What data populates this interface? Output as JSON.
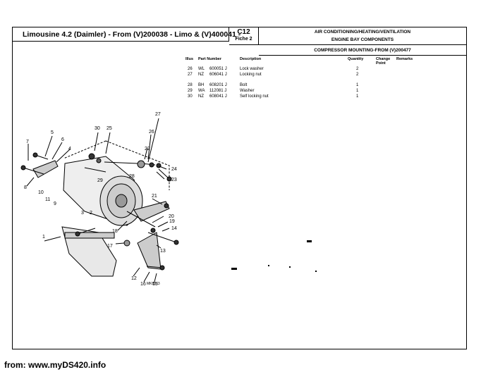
{
  "header": {
    "title": "Limousine 4.2 (Daimler) - From (V)200038 - Limo & (V)400041 -",
    "code": "C12",
    "fiche": "Fiche 2",
    "group": "AIR CONDITIONING/HEATING/VENTILATION",
    "section": "ENGINE BAY COMPONENTS",
    "subtitle": "COMPRESSOR MOUNTING-FROM (V)200477"
  },
  "columns": {
    "illus": "Illus",
    "part_number": "Part Number",
    "description": "Description",
    "quantity": "Quantity",
    "change_point": "Change Point",
    "remarks": "Remarks"
  },
  "parts": [
    {
      "illus": "26",
      "prefix": "WL",
      "number": "600051 J",
      "description": "Lock washer",
      "qty": "2"
    },
    {
      "illus": "27",
      "prefix": "NZ",
      "number": "606041 J",
      "description": "Locking nut",
      "qty": "2"
    },
    {
      "illus": "28",
      "prefix": "BH",
      "number": "608201 J",
      "description": "Bolt",
      "qty": "1"
    },
    {
      "illus": "29",
      "prefix": "WA",
      "number": "112081 J",
      "description": "Washer",
      "qty": "1"
    },
    {
      "illus": "30",
      "prefix": "NZ",
      "number": "608041 J",
      "description": "Self locking nut",
      "qty": "1"
    }
  ],
  "diagram_labels": [
    "1",
    "2",
    "3",
    "4",
    "5",
    "6",
    "7",
    "8",
    "9",
    "10",
    "11",
    "12",
    "13",
    "14",
    "15",
    "16",
    "17",
    "18",
    "19",
    "20",
    "21",
    "22",
    "23",
    "24",
    "25",
    "26",
    "27",
    "28",
    "29",
    "30"
  ],
  "diagram_ref": "MK8573",
  "footer": "from: www.myDS420.info"
}
